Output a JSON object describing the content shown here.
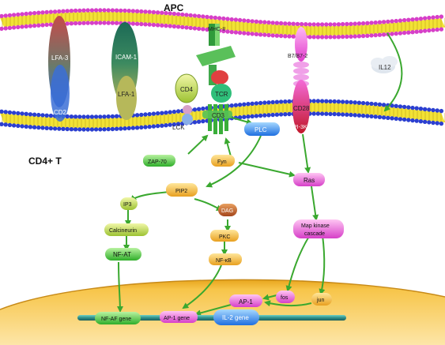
{
  "labels": {
    "apc": "APC",
    "cd4t": "CD4+ T",
    "lfa3": "LFA-3",
    "cd2": "CD2",
    "icam1": "ICAM-1",
    "lfa1": "LFA-1",
    "mhc2": "MHC-II",
    "cd4": "CD4",
    "tcr": "TCR",
    "cd3": "CD3",
    "lck": "LCK",
    "b7": "B7/B7-2",
    "cd28": "CD28",
    "pi3k": "PI-3K",
    "il12": "IL12",
    "plc": "PLC",
    "zap70": "ZAP-70",
    "fyn": "Fyn",
    "ras": "Ras",
    "pip2": "PIP2",
    "ip3": "IP3",
    "dag": "DAG",
    "calcineurin": "Calcineurin",
    "pkc": "PKC",
    "nfat": "NF-AT",
    "nfkb": "NF-κB",
    "mapk1": "Map kinase",
    "mapk2": "cascade",
    "fos": "fos",
    "jun": "jun",
    "ap1": "AP-1",
    "nfaf_gene": "NF-AF gene",
    "ap1_gene": "AP-1 gene",
    "il2_gene": "IL-2 gene"
  },
  "colors": {
    "arrow": "#3aa82f",
    "head_pink": "#d63fc8",
    "head_blue": "#2b3fd0",
    "tail_yellow": "#f2e235",
    "nucleus": "#f2b32c",
    "gene_bar": "#2f8f8a"
  }
}
